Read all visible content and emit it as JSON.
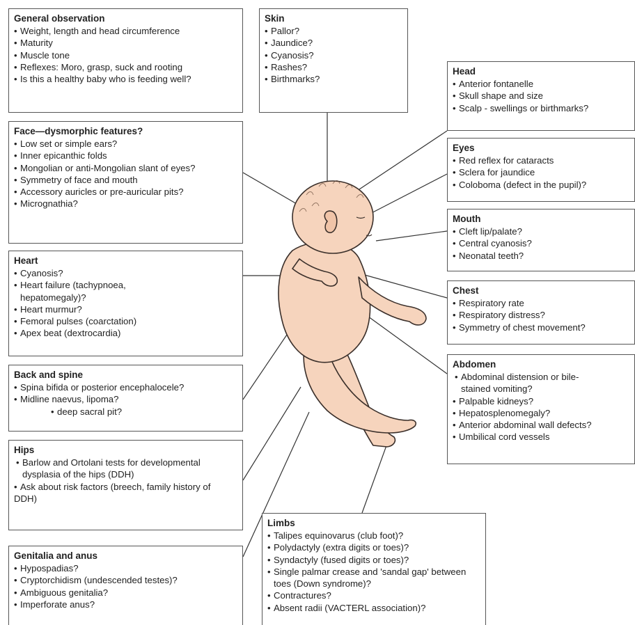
{
  "boxes": {
    "general": {
      "title": "General observation",
      "items": [
        "Weight, length and head circumference",
        "Maturity",
        "Muscle tone",
        "Reflexes: Moro, grasp, suck and rooting",
        "Is this a healthy baby who is feeding well?"
      ]
    },
    "skin": {
      "title": "Skin",
      "items": [
        "Pallor?",
        "Jaundice?",
        "Cyanosis?",
        "Rashes?",
        "Birthmarks?"
      ]
    },
    "head": {
      "title": "Head",
      "items": [
        "Anterior fontanelle",
        "Skull shape and size",
        "Scalp - swellings or birthmarks?"
      ]
    },
    "face": {
      "title": "Face—dysmorphic features?",
      "items": [
        "Low set or simple ears?",
        "Inner epicanthic folds",
        "Mongolian or anti-Mongolian slant of eyes?",
        "Symmetry of face and mouth",
        "Accessory auricles or pre-auricular pits?",
        "Micrognathia?"
      ]
    },
    "eyes": {
      "title": "Eyes",
      "items": [
        "Red reflex for cataracts",
        "Sclera for jaundice",
        "Coloboma (defect in the pupil)?"
      ]
    },
    "mouth": {
      "title": "Mouth",
      "items": [
        "Cleft lip/palate?",
        "Central cyanosis?",
        "Neonatal teeth?"
      ]
    },
    "heart": {
      "title": "Heart",
      "items": [
        "Cyanosis?",
        "Heart failure (tachypnoea, hepatomegaly)?",
        "Heart murmur?",
        "Femoral pulses (coarctation)",
        "Apex beat (dextrocardia)"
      ]
    },
    "chest": {
      "title": "Chest",
      "items": [
        "Respiratory rate",
        "Respiratory distress?",
        "Symmetry of chest movement?"
      ]
    },
    "back": {
      "title": "Back and spine",
      "items": [
        "Spina bifida or posterior encephalocele?",
        "Midline naevus, lipoma?",
        "deep sacral pit?"
      ]
    },
    "abdomen": {
      "title": "Abdomen",
      "items": [
        "Abdominal distension or bile-stained vomiting?",
        "Palpable kidneys?",
        "Hepatosplenomegaly?",
        "Anterior abdominal wall defects?",
        "Umbilical cord vessels"
      ]
    },
    "hips": {
      "title": "Hips",
      "items": [
        "Barlow and Ortolani tests for developmental dysplasia of the hips (DDH)",
        "Ask about risk factors (breech, family history of DDH)"
      ]
    },
    "limbs": {
      "title": "Limbs",
      "items": [
        "Talipes equinovarus (club foot)?",
        "Polydactyly (extra digits or toes)?",
        "Syndactyly (fused digits or toes)?",
        "Single palmar crease and 'sandal gap' between toes (Down syndrome)?",
        "Contractures?",
        "Absent radii (VACTERL association)?"
      ]
    },
    "genitalia": {
      "title": "Genitalia and anus",
      "items": [
        "Hypospadias?",
        "Cryptorchidism (undescended testes)?",
        "Ambiguous genitalia?",
        "Imperforate anus?"
      ]
    }
  },
  "colors": {
    "skin": "#f6d4bd",
    "outline": "#3a2f2a",
    "border": "#555555",
    "leader": "#333333"
  },
  "icons": [
    "baby-illustration"
  ]
}
